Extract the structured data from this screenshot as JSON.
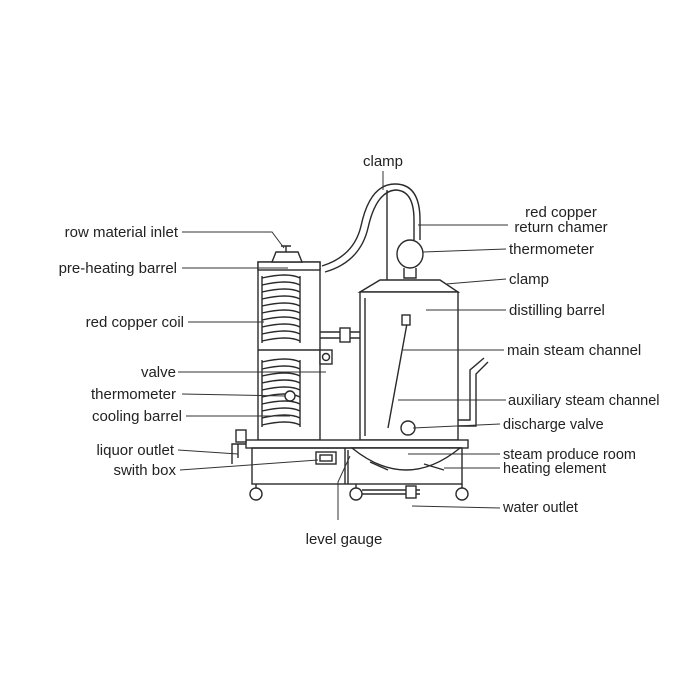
{
  "diagram": {
    "labels": {
      "clamp_top": "clamp",
      "row_material_inlet": "row material inlet",
      "pre_heating_barrel": "pre-heating barrel",
      "red_copper_coil": "red copper coil",
      "valve": "valve",
      "thermometer_left": "thermometer",
      "cooling_barrel": "cooling barrel",
      "liquor_outlet": "liquor outlet",
      "switch_box": "swith box",
      "level_gauge": "level gauge",
      "red_copper_line1": "red copper",
      "red_copper_line2": "return chamer",
      "thermometer_right": "thermometer",
      "clamp_right": "clamp",
      "distilling_barrel": "distilling barrel",
      "main_steam_channel": "main steam channel",
      "auxiliary_steam_channel": "auxiliary steam channel",
      "discharge_valve": "discharge valve",
      "steam_produce_room": "steam produce room",
      "heating_element": "heating element",
      "water_outlet": "water outlet"
    }
  }
}
